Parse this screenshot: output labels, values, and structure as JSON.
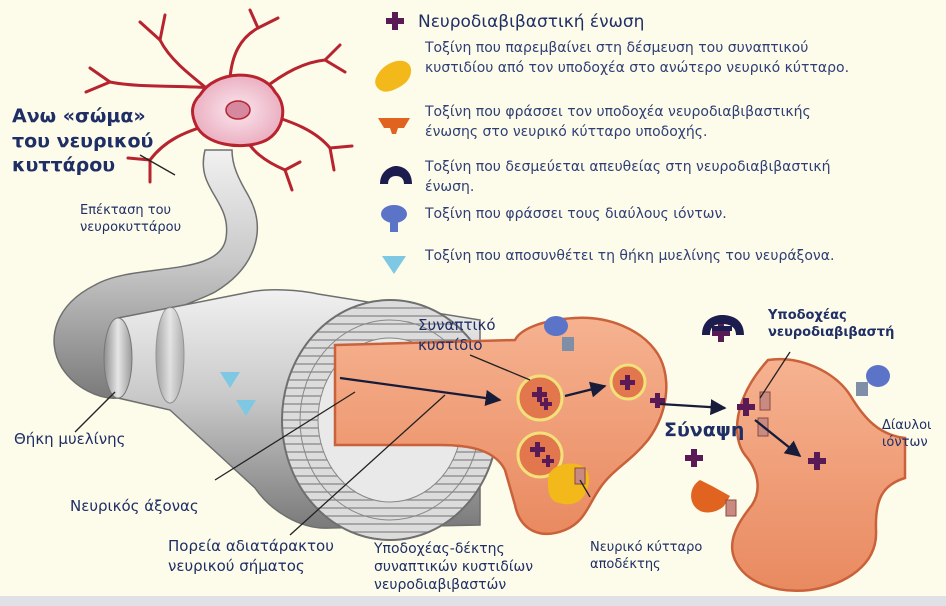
{
  "legend": {
    "title": "Νευροδιαβιβαστική ένωση",
    "items": [
      {
        "icon": "yellow-capsule-icon",
        "color": "#f3b81a",
        "line1": "Τοξίνη που παρεμβαίνει στη δέσμευση του συναπτικού",
        "line2": "κυστιδίου από τον υποδοχέα στο ανώτερο νευρικό κύτταρο."
      },
      {
        "icon": "orange-receptor-blocker-icon",
        "color": "#e0641f",
        "line1": "Τοξίνη που φράσσει τον υποδοχέα νευροδιαβιβαστικής",
        "line2": "ένωσης στο νευρικό κύτταρο υποδοχής."
      },
      {
        "icon": "dark-blue-cap-icon",
        "color": "#1c1d4e",
        "line1": "Τοξίνη που δεσμεύεται απευθείας στη νευροδιαβιβαστική",
        "line2": "ένωση."
      },
      {
        "icon": "blue-channel-blocker-icon",
        "color": "#5b74c8",
        "line1": "Τοξίνη που φράσσει τους διαύλους ιόντων.",
        "line2": ""
      },
      {
        "icon": "light-blue-triangle-icon",
        "color": "#7ec8e3",
        "line1": "Τοξίνη που αποσυνθέτει τη θήκη μυελίνης του νευράξονα.",
        "line2": ""
      }
    ]
  },
  "labels": {
    "cell_body_1": "Ανω «σώμα»",
    "cell_body_2": "του νευρικού",
    "cell_body_3": "κυττάρου",
    "extension_1": "Επέκταση του",
    "extension_2": "νευροκυττάρου",
    "myelin": "Θήκη μυελίνης",
    "axon": "Νευρικός άξονας",
    "signal_1": "Πορεία αδιατάρακτου",
    "signal_2": "νευρικού σήματος",
    "vesicle_1": "Συναπτικό",
    "vesicle_2": "κυστίδιο",
    "vesicle_receptor_1": "Υποδοχέας-δέκτης",
    "vesicle_receptor_2": "συναπτικών κυστιδίων",
    "vesicle_receptor_3": "νευροδιαβιβαστών",
    "synapse": "Σύναψη",
    "receptor_1": "Υποδοχέας",
    "receptor_2": "νευροδιαβιβαστή",
    "receiving_cell_1": "Νευρικό κύτταρο",
    "receiving_cell_2": "αποδέκτης",
    "channels_1": "Δίαυλοι",
    "channels_2": "ιόντων"
  },
  "colors": {
    "neurotransmitter": "#5a1a55",
    "tissue": "#f2a07a",
    "tissue_dark": "#d9714a",
    "myelin": "#bfbfbf",
    "text": "#1f2f66"
  }
}
